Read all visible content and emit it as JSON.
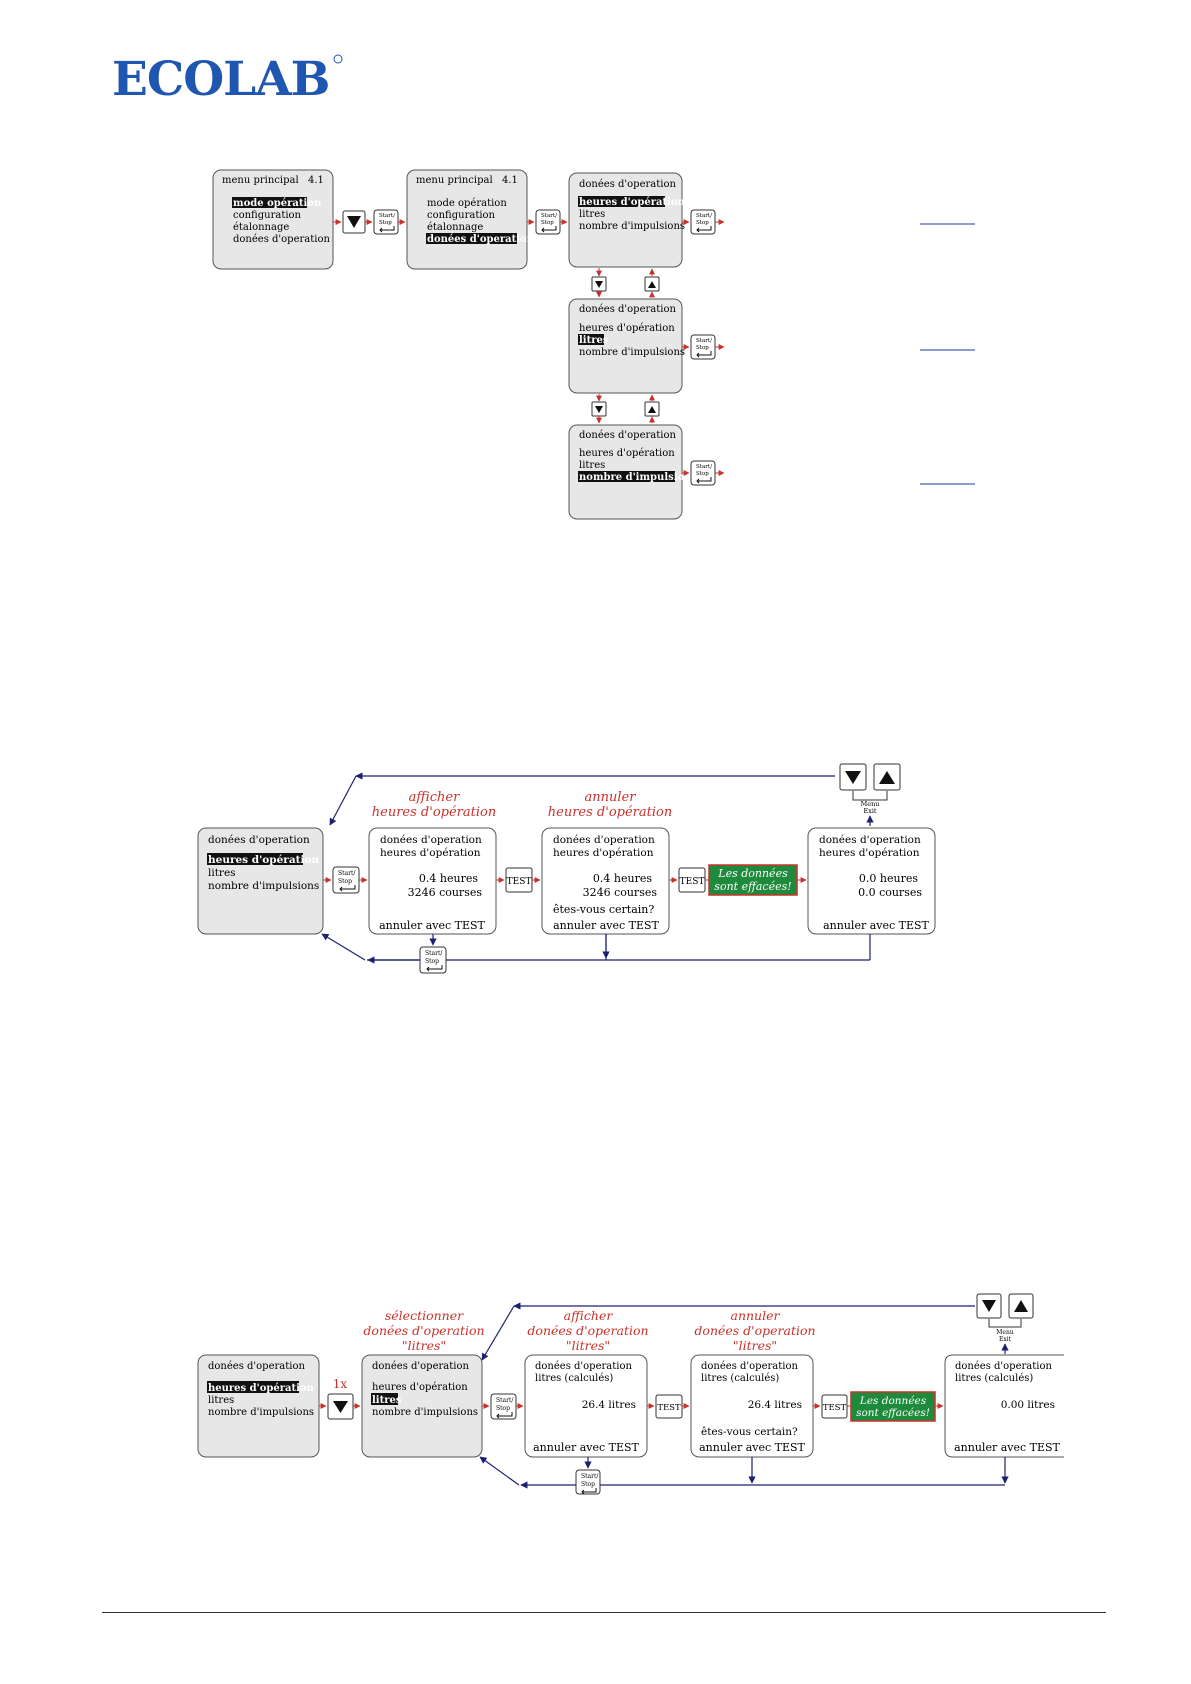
{
  "logo": {
    "text": "ECOLAB",
    "color": "#1f56b0"
  },
  "colors": {
    "accent_red": "#c8322b",
    "flow_navy": "#1b2070",
    "notice_green": "#1e8a3c",
    "screen_bg": "#e7e7e7"
  },
  "diagram1": {
    "screen_main1": {
      "title": "menu principal",
      "num": "4.1",
      "items": [
        "mode opération",
        "configuration",
        "étalonnage",
        "donées d'operation"
      ],
      "selected": 0
    },
    "screen_main2": {
      "title": "menu principal",
      "num": "4.1",
      "items": [
        "mode opération",
        "configuration",
        "étalonnage",
        "donées d'operation"
      ],
      "selected": 3
    },
    "screen_data1": {
      "title": "donées d'operation",
      "items": [
        "heures d'opération",
        "litres",
        "nombre d'impulsions"
      ],
      "selected": 0
    },
    "screen_data2": {
      "title": "donées d'operation",
      "items": [
        "heures d'opération",
        "litres",
        "nombre d'impulsions"
      ],
      "selected": 1
    },
    "screen_data3": {
      "title": "donées d'operation",
      "items": [
        "heures d'opération",
        "litres",
        "nombre d'impulsions"
      ],
      "selected": 2
    }
  },
  "keys": {
    "start_stop_1": "Start/",
    "start_stop_2": "Stop",
    "test": "TEST",
    "menu_1": "Menu",
    "menu_2": "Exit"
  },
  "diagram2": {
    "label_afficher": [
      "afficher",
      "heures d'opération"
    ],
    "label_annuler": [
      "annuler",
      "heures d'opération"
    ],
    "screen_sel": {
      "title": "donées d'operation",
      "items": [
        "heures d'opération",
        "litres",
        "nombre d'impulsions"
      ]
    },
    "screen_show": {
      "title": "donées d'operation",
      "subtitle": "heures d'opération",
      "value1": "0.4 heures",
      "value2": "3246 courses",
      "footer": "annuler avec TEST"
    },
    "screen_confirm": {
      "title": "donées d'operation",
      "subtitle": "heures d'opération",
      "value1": "0.4 heures",
      "value2": "3246 courses",
      "question": "êtes-vous certain?",
      "footer": "annuler avec TEST"
    },
    "notice": [
      "Les données",
      "sont effacées!"
    ],
    "screen_result": {
      "title": "donées d'operation",
      "subtitle": "heures d'opération",
      "value1": "0.0 heures",
      "value2": "0.0 courses",
      "footer": "annuler avec TEST"
    }
  },
  "diagram3": {
    "label_select": [
      "sélectionner",
      "donées d'operation",
      "\"litres\""
    ],
    "label_afficher": [
      "afficher",
      "donées d'operation",
      "\"litres\""
    ],
    "label_annuler": [
      "annuler",
      "donées d'operation",
      "\"litres\""
    ],
    "times": "1x",
    "screen_sel": {
      "title": "donées d'operation",
      "items": [
        "heures d'opération",
        "litres",
        "nombre d'impulsions"
      ]
    },
    "screen_sel2": {
      "title": "donées d'operation",
      "items": [
        "heures d'opération",
        "litres",
        "nombre d'impulsions"
      ]
    },
    "screen_show": {
      "title": "donées d'operation",
      "subtitle": "litres (calculés)",
      "value": "26.4 litres",
      "footer": "annuler avec TEST"
    },
    "screen_confirm": {
      "title": "donées d'operation",
      "subtitle": "litres (calculés)",
      "value": "26.4 litres",
      "question": "êtes-vous certain?",
      "footer": "annuler avec TEST"
    },
    "notice": [
      "Les données",
      "sont effacées!"
    ],
    "screen_result": {
      "title": "donées d'operation",
      "subtitle": "litres (calculés)",
      "value": "0.00 litres",
      "footer": "annuler avec TEST"
    }
  }
}
